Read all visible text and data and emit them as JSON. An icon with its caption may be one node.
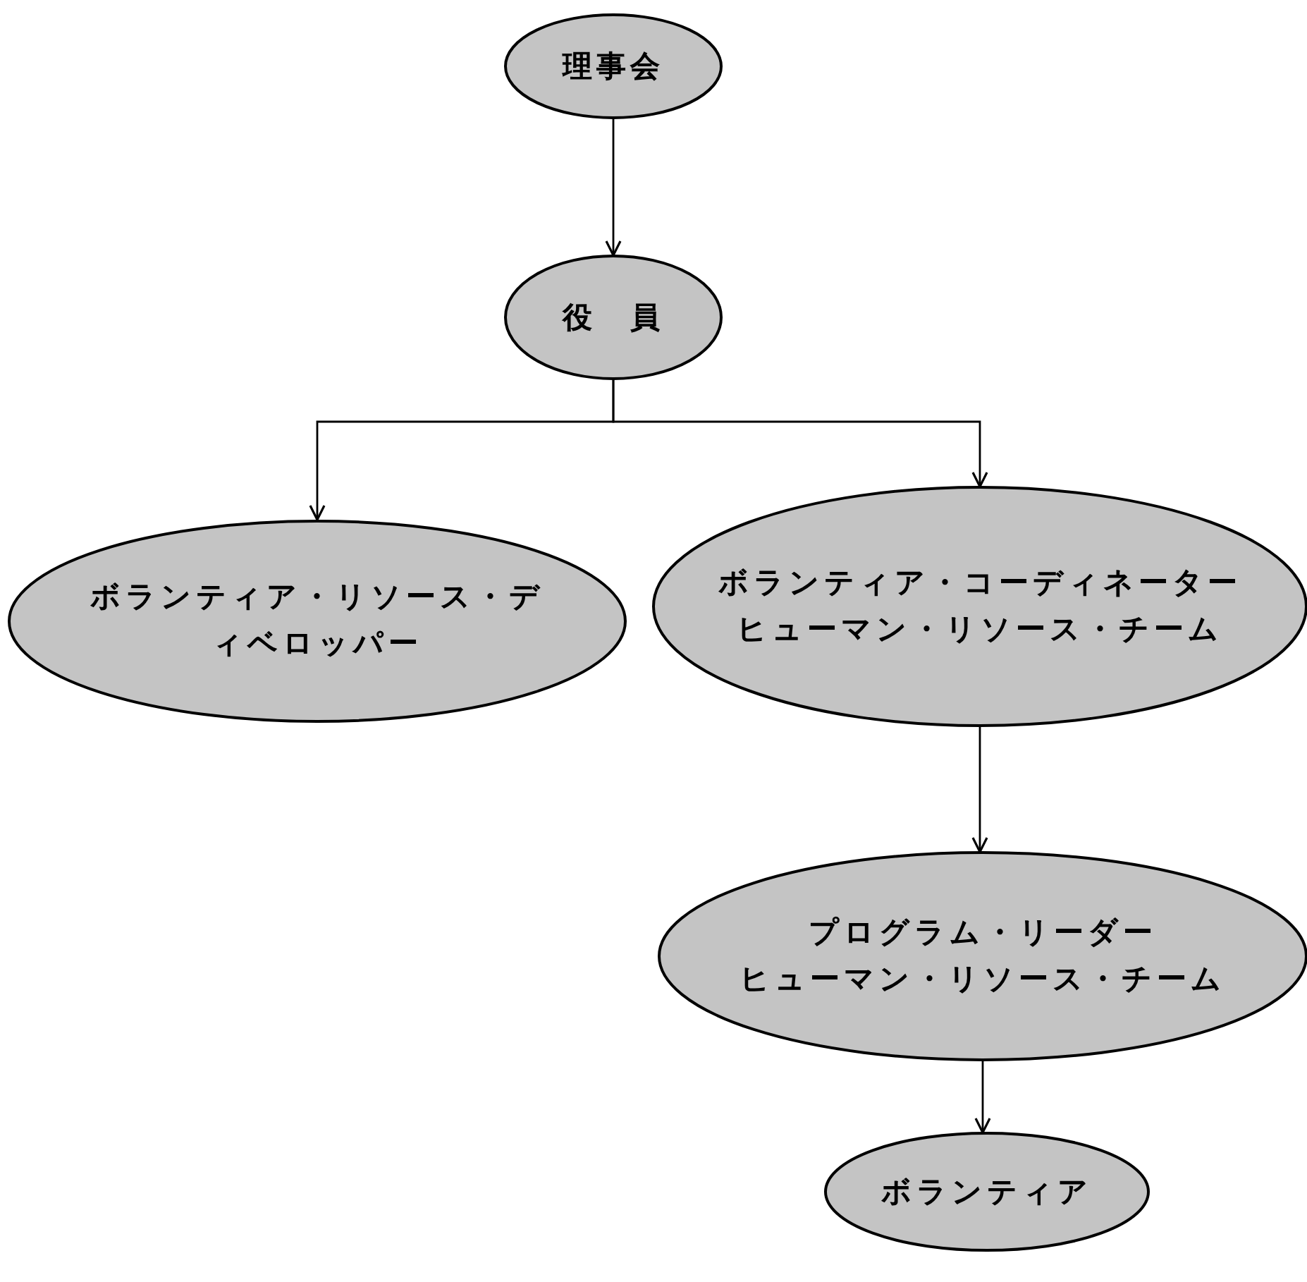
{
  "diagram": {
    "nodes": [
      {
        "text": [
          "理事会"
        ]
      },
      {
        "text": [
          "役　員"
        ]
      },
      {
        "text": [
          "ボランティア・リソース・ディベロッパー"
        ]
      },
      {
        "text": [
          "ボランティア・コーディネーター",
          "ヒューマン・リソース・チーム"
        ]
      },
      {
        "text": [
          "プログラム・リーダー",
          "ヒューマン・リソース・チーム"
        ]
      },
      {
        "text": [
          "ボランティア"
        ]
      }
    ],
    "edges": [
      {
        "from": 0,
        "to": 1,
        "arrow": "to"
      },
      {
        "from": 1,
        "to": 2,
        "arrow": "to"
      },
      {
        "from": 1,
        "to": 3,
        "arrow": "to"
      },
      {
        "from": 3,
        "to": 4,
        "arrow": "to"
      },
      {
        "from": 4,
        "to": 5,
        "arrow": "to"
      }
    ]
  }
}
